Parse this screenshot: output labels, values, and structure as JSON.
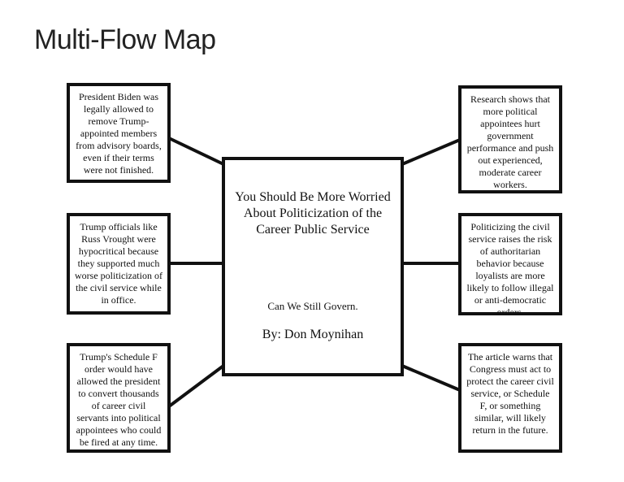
{
  "title": "Multi-Flow Map",
  "center": {
    "main": "You Should Be More Worried About Politicization of the Career Public Service",
    "sub": "Can We Still Govern.",
    "author": "By: Don Moynihan"
  },
  "causes": [
    "President Biden was legally allowed to remove Trump-appointed members from advisory boards, even if their terms were not finished.",
    "Trump officials like Russ Vrought were hypocritical because they supported much worse politicization of the civil service while in office.",
    "Trump's Schedule F order would have allowed the president to convert thousands of career civil servants into political appointees who could be fired at any time."
  ],
  "effects": [
    "Research shows that more political appointees hurt government performance and push out experienced, moderate career workers.",
    "Politicizing the civil service raises the risk of authoritarian behavior because loyalists are more likely to follow illegal or anti-democratic orders.",
    "The article warns that Congress must act to protect the career civil service, or Schedule F, or something similar, will likely return in the future."
  ]
}
